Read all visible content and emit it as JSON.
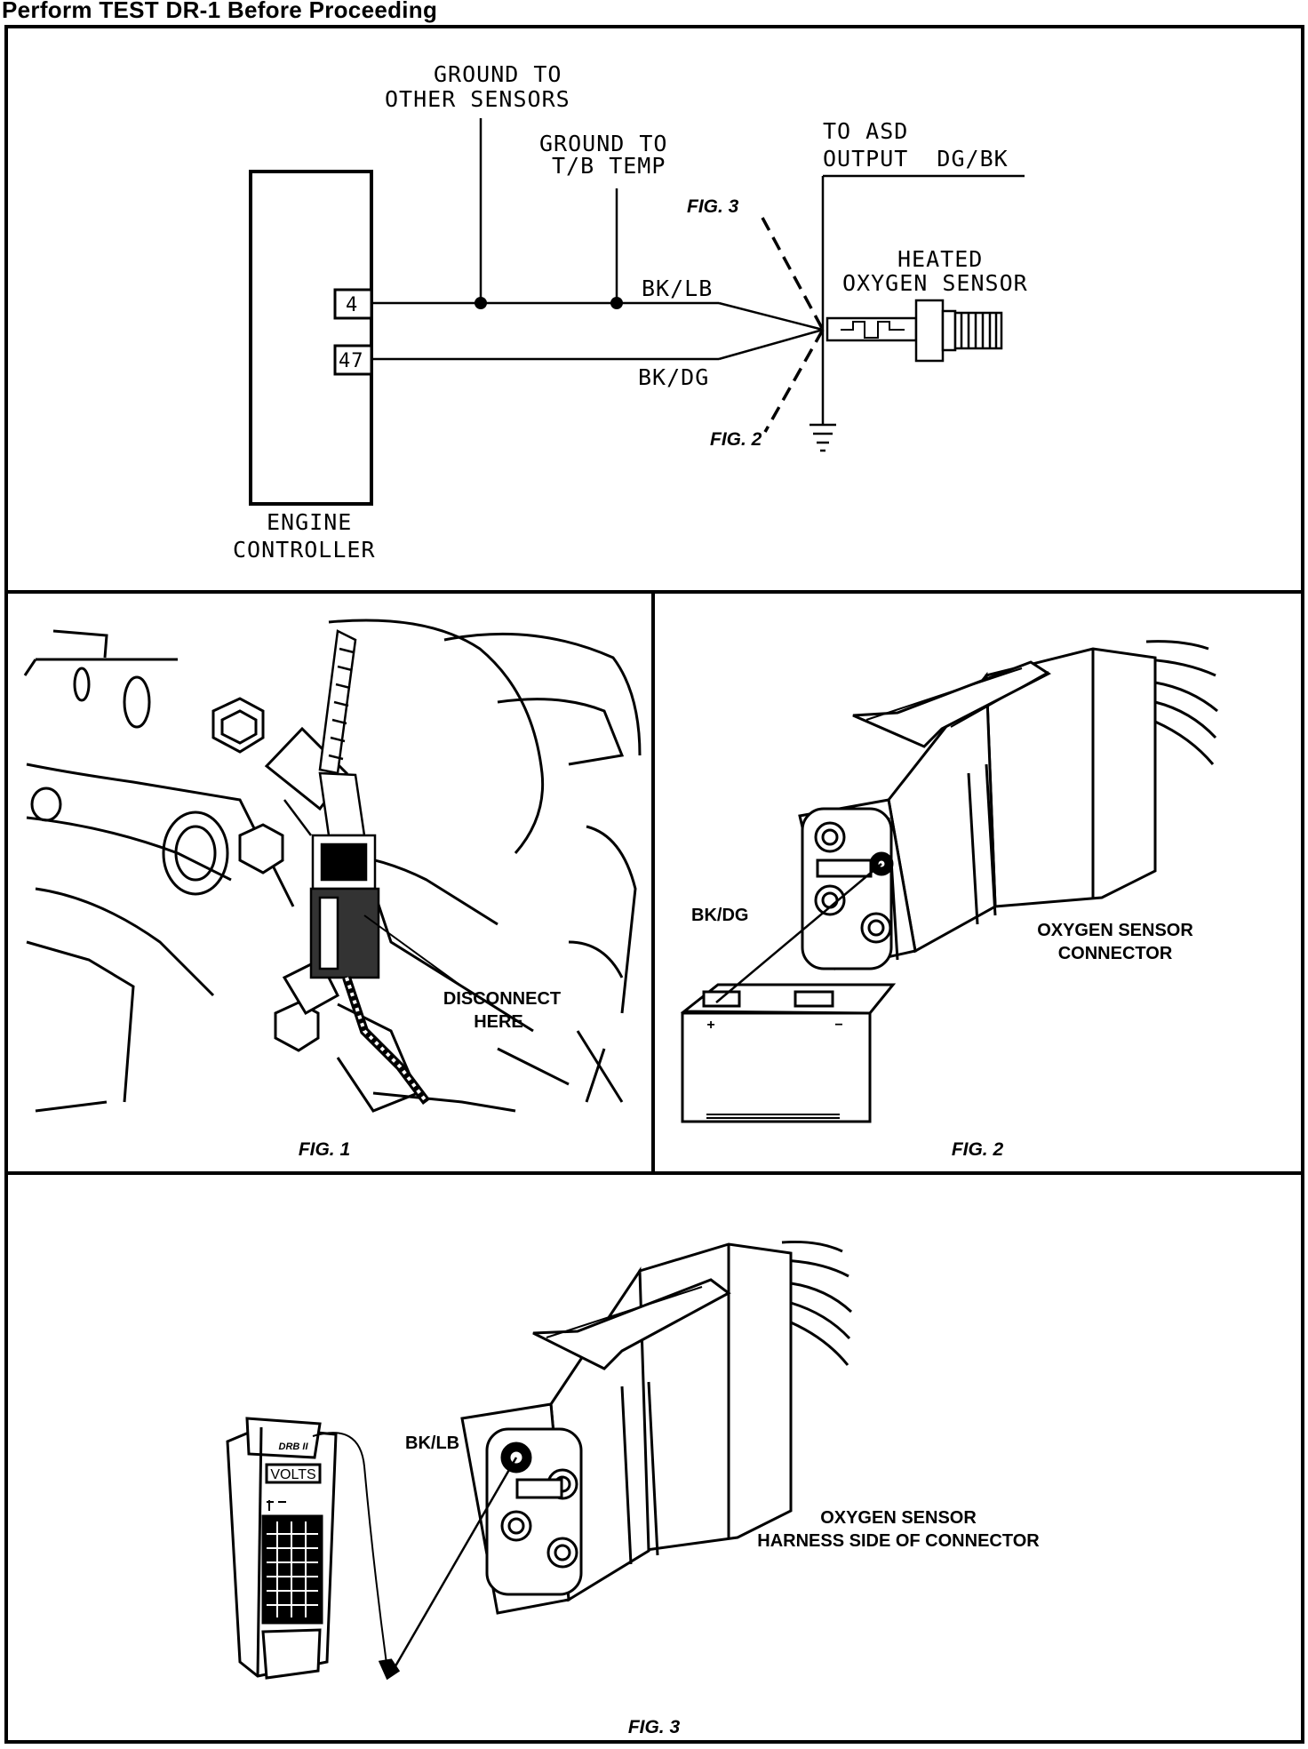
{
  "header": {
    "title": "Perform TEST DR-1 Before Proceeding"
  },
  "schematic": {
    "ground_other_line1": "GROUND TO",
    "ground_other_line2": "OTHER SENSORS",
    "ground_tb_line1": "GROUND TO",
    "ground_tb_line2": "T/B TEMP",
    "asd_line1": "TO ASD",
    "asd_line2": "OUTPUT  DG/BK",
    "sensor_line1": "HEATED",
    "sensor_line2": "OXYGEN SENSOR",
    "pin_4": "4",
    "pin_47": "47",
    "wire_bklb": "BK/LB",
    "wire_bkdg": "BK/DG",
    "fig3_ref": "FIG. 3",
    "fig2_ref": "FIG. 2",
    "controller_line1": "ENGINE",
    "controller_line2": "CONTROLLER"
  },
  "fig1": {
    "callout_line1": "DISCONNECT",
    "callout_line2": "HERE",
    "caption": "FIG. 1"
  },
  "fig2": {
    "wire": "BK/DG",
    "label_line1": "OXYGEN SENSOR",
    "label_line2": "CONNECTOR",
    "battery_plus": "+",
    "battery_minus": "−",
    "caption": "FIG. 2"
  },
  "fig3": {
    "wire": "BK/LB",
    "meter_brand": "DRB II",
    "meter_mode": "VOLTS",
    "label_line1": "OXYGEN SENSOR",
    "label_line2": "HARNESS SIDE OF CONNECTOR",
    "caption": "FIG. 3"
  }
}
